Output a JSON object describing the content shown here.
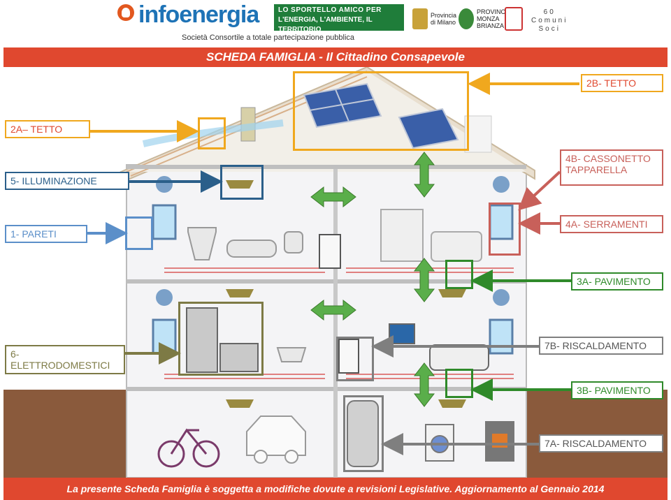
{
  "header": {
    "brand": "infoenergia",
    "brand_subtitle": "Società Consortile a totale partecipazione pubblica",
    "sportello_line1": "LO SPORTELLO AMICO PER",
    "sportello_line2": "L'ENERGIA, L'AMBIENTE, IL TERRITORIO",
    "provincia_milano": "Provincia di Milano",
    "provincia_mb": "PROVINCIA MONZA BRIANZA",
    "comuni_count": "60",
    "comuni_label": "Comuni",
    "soci_label": "Soci"
  },
  "title": "SCHEDA FAMIGLIA - Il Cittadino Consapevole",
  "footer": "La presente Scheda Famiglia è soggetta a modifiche dovute a revisioni Legislative. Aggiornamento al Gennaio 2014",
  "callouts": {
    "tetto_2b": "2B- TETTO",
    "tetto_2a": "2A– TETTO",
    "illuminazione": "5- ILLUMINAZIONE",
    "cassonetto": "4B- CASSONETTO TAPPARELLA",
    "pareti": "1- PARETI",
    "serramenti": "4A- SERRAMENTI",
    "pavimento_3a": "3A- PAVIMENTO",
    "elettrodomestici": "6- ELETTRODOMESTICI",
    "riscaldamento_7b": "7B- RISCALDAMENTO",
    "pavimento_3b": "3B- PAVIMENTO",
    "riscaldamento_7a": "7A- RISCALDAMENTO"
  },
  "colors": {
    "brand_red": "#e0482f",
    "brand_blue": "#1e73b6",
    "tetto": "#f0a81e",
    "illuminazione": "#2b5f8a",
    "pareti": "#5b8fc9",
    "serramenti": "#c8605a",
    "pavimento": "#2f8a2a",
    "elettrodomestici": "#7d7a45",
    "riscaldamento": "#7f7f7f"
  }
}
